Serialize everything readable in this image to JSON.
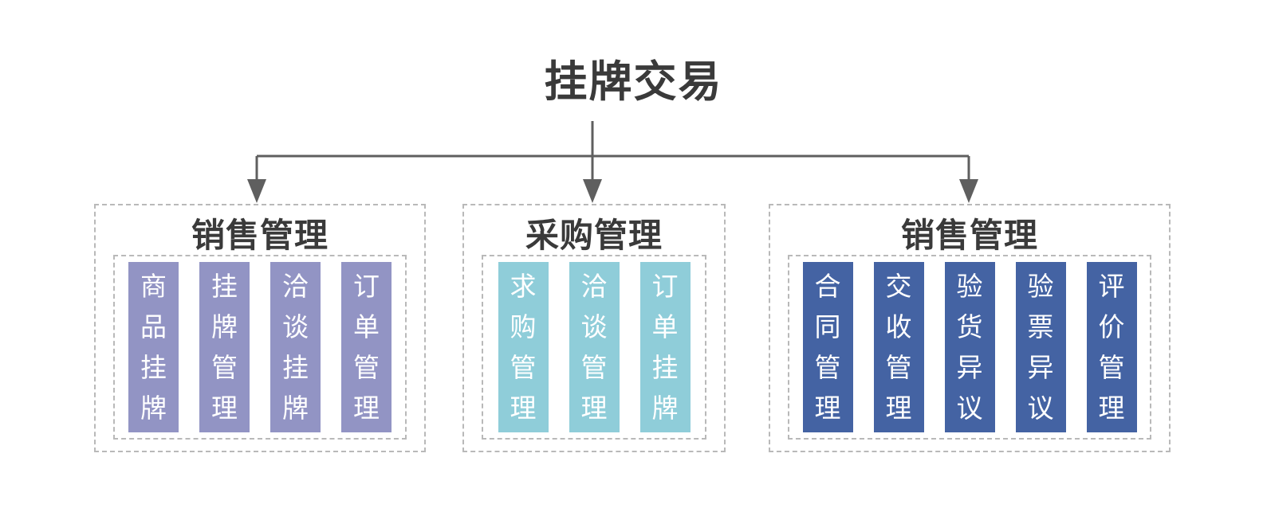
{
  "diagram": {
    "root": {
      "label": "挂牌交易"
    },
    "connector": {
      "color": "#5f5f5f",
      "style": "orthogonal-arrows-down"
    },
    "groups": [
      {
        "id": "sales-management-left",
        "title": "销售管理",
        "accent": "#9294C4",
        "items": [
          {
            "label": "商品挂牌"
          },
          {
            "label": "挂牌管理"
          },
          {
            "label": "洽谈挂牌"
          },
          {
            "label": "订单管理"
          }
        ]
      },
      {
        "id": "purchase-management",
        "title": "采购管理",
        "accent": "#8FCDD9",
        "items": [
          {
            "label": "求购管理"
          },
          {
            "label": "洽谈管理"
          },
          {
            "label": "订单挂牌"
          }
        ]
      },
      {
        "id": "sales-management-right",
        "title": "销售管理",
        "accent": "#4463A3",
        "items": [
          {
            "label": "合同管理"
          },
          {
            "label": "交收管理"
          },
          {
            "label": "验货异议"
          },
          {
            "label": "验票异议"
          },
          {
            "label": "评价管理"
          }
        ]
      }
    ]
  }
}
